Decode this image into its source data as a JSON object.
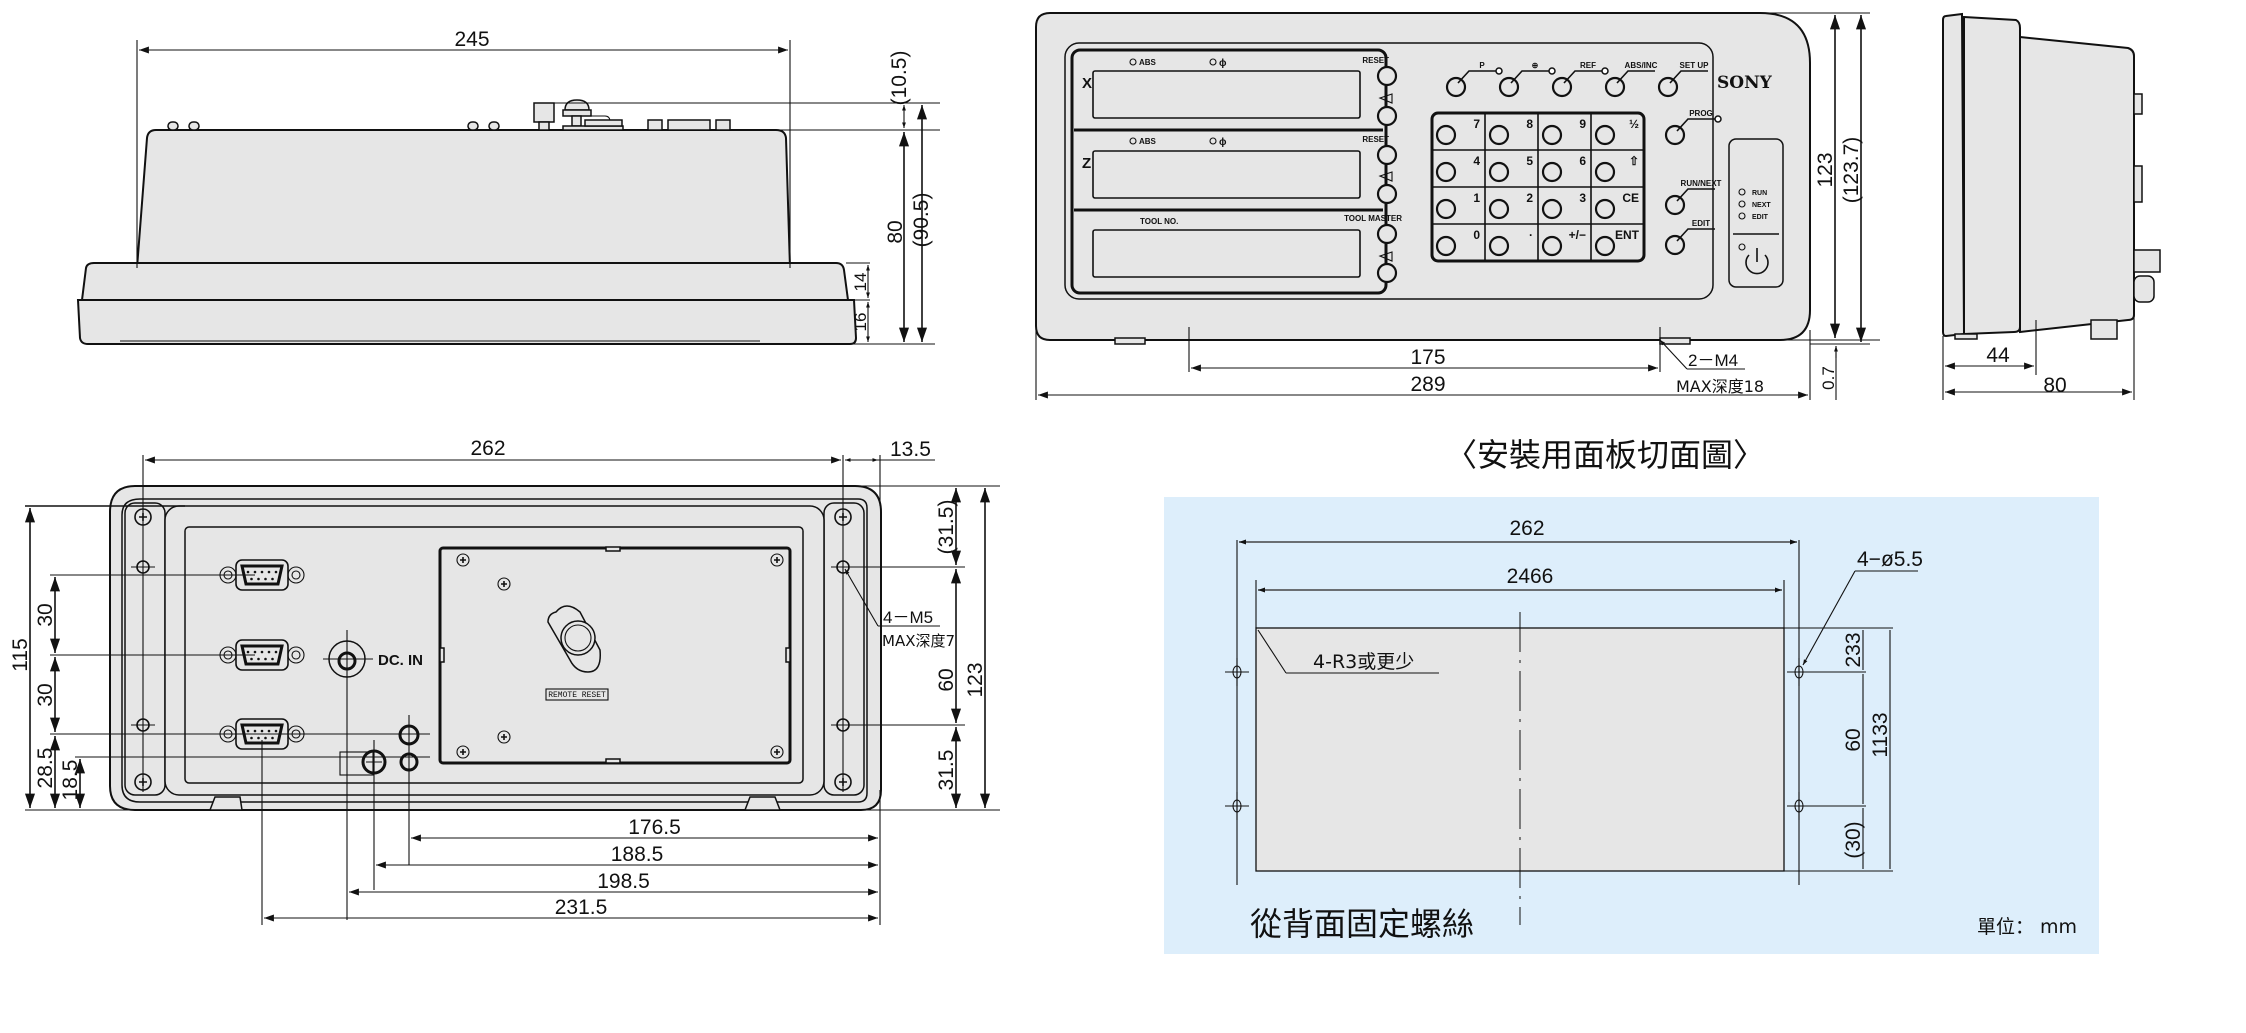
{
  "colors": {
    "cutout_background": "#ddeefb",
    "device_fill": "#e6e6e6",
    "line": "#111111"
  },
  "side_view_top": {
    "width_dim": "245",
    "dims_right": [
      "(10.5)",
      "80",
      "(90.5)",
      "14",
      "16"
    ]
  },
  "front_view": {
    "brand": "SONY",
    "axis_x": "X",
    "axis_z": "Z",
    "abs_label": "ABS",
    "phi_label": "ϕ",
    "reset_label": "RESET",
    "tool_no_label": "TOOL NO.",
    "tool_master_label": "TOOL MASTER",
    "top_keys": [
      "P",
      "⊕",
      "REF",
      "ABS/INC",
      "SET UP"
    ],
    "side_keys": [
      "PROG",
      "RUN/NEXT",
      "EDIT"
    ],
    "keypad": [
      "7",
      "8",
      "9",
      "½",
      "4",
      "5",
      "6",
      "⇧",
      "1",
      "2",
      "3",
      "CE",
      "0",
      "·",
      "+/−",
      "ENT"
    ],
    "status_leds": [
      "RUN",
      "NEXT",
      "EDIT"
    ],
    "power_icon": "power-icon",
    "dims": {
      "mount_spacing": "175",
      "overall_width": "289",
      "thread_note": "2－M4",
      "thread_depth": "MAX深度18",
      "height": "123",
      "height_ref": "(123.7)",
      "foot": "0.7"
    }
  },
  "side_view_right": {
    "dim_inner": "44",
    "dim_overall": "80"
  },
  "rear_view": {
    "dc_in_label": "DC. IN",
    "remote_label": "REMOTE RESET",
    "dims": {
      "top_width": "262",
      "edge_offset": "13.5",
      "left_total": "115",
      "left_pitch_1": "30",
      "left_pitch_2": "30",
      "left_offset_1": "28.5",
      "left_offset_2": "18.5",
      "right_top": "(31.5)",
      "right_mid": "60",
      "right_bottom": "31.5",
      "right_total": "123",
      "thread_note": "4－M5",
      "thread_depth": "MAX深度7",
      "bottom_dims": [
        "176.5",
        "188.5",
        "198.5",
        "231.5"
      ]
    }
  },
  "cutout": {
    "title": "〈安裝用面板切面圖〉",
    "dim_hole_pitch": "262",
    "dim_cutout_width": "2466",
    "hole_note": "4−ø5.5",
    "corner_note": "4-R3或更少",
    "dim_top": "233",
    "dim_mid": "60",
    "dim_total": "1133",
    "dim_bottom": "(30)",
    "footer_text": "從背面固定螺絲",
    "unit_label": "單位： mm"
  }
}
